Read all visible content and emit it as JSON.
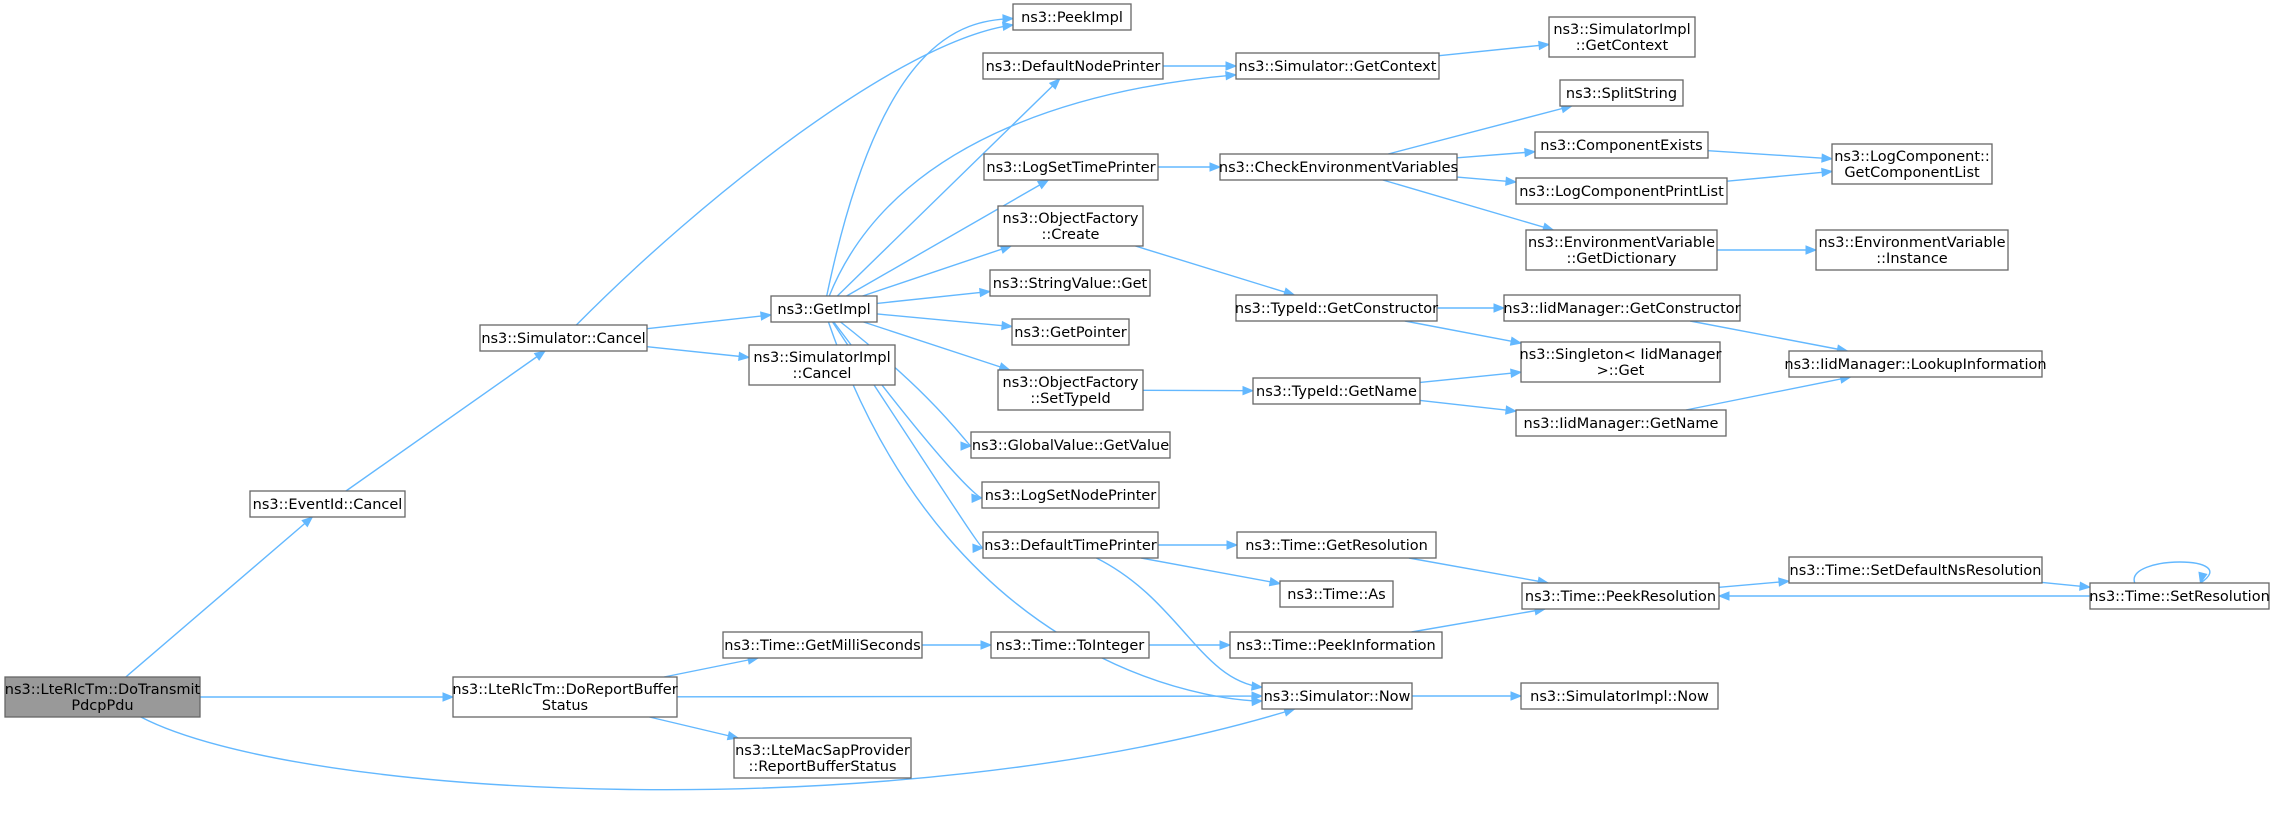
{
  "colors": {
    "edge": "#63b8ff",
    "node_border": "#666666",
    "root_fill": "#999999"
  },
  "nodes": [
    {
      "id": "root",
      "lines": [
        "ns3::LteRlcTm::DoTransmit",
        "PdcpPdu"
      ]
    },
    {
      "id": "eventid_cancel",
      "lines": [
        "ns3::EventId::Cancel"
      ]
    },
    {
      "id": "dorbs",
      "lines": [
        "ns3::LteRlcTm::DoReportBuffer",
        "Status"
      ]
    },
    {
      "id": "sim_cancel",
      "lines": [
        "ns3::Simulator::Cancel"
      ]
    },
    {
      "id": "getimpl",
      "lines": [
        "ns3::GetImpl"
      ]
    },
    {
      "id": "simimpl_cancel",
      "lines": [
        "ns3::SimulatorImpl",
        "::Cancel"
      ]
    },
    {
      "id": "peekimpl",
      "lines": [
        "ns3::PeekImpl"
      ]
    },
    {
      "id": "defnodeprinter",
      "lines": [
        "ns3::DefaultNodePrinter"
      ]
    },
    {
      "id": "logsettimeprinter",
      "lines": [
        "ns3::LogSetTimePrinter"
      ]
    },
    {
      "id": "objfac_create",
      "lines": [
        "ns3::ObjectFactory",
        "::Create"
      ]
    },
    {
      "id": "stringvalue_get",
      "lines": [
        "ns3::StringValue::Get"
      ]
    },
    {
      "id": "getpointer",
      "lines": [
        "ns3::GetPointer"
      ]
    },
    {
      "id": "objfac_settypeid",
      "lines": [
        "ns3::ObjectFactory",
        "::SetTypeId"
      ]
    },
    {
      "id": "globalvalue_getvalue",
      "lines": [
        "ns3::GlobalValue::GetValue"
      ]
    },
    {
      "id": "logsetnodeprinter",
      "lines": [
        "ns3::LogSetNodePrinter"
      ]
    },
    {
      "id": "deftimeprinter",
      "lines": [
        "ns3::DefaultTimePrinter"
      ]
    },
    {
      "id": "sim_getcontext",
      "lines": [
        "ns3::Simulator::GetContext"
      ]
    },
    {
      "id": "simimpl_getcontext",
      "lines": [
        "ns3::SimulatorImpl",
        "::GetContext"
      ]
    },
    {
      "id": "checkenv",
      "lines": [
        "ns3::CheckEnvironmentVariables"
      ]
    },
    {
      "id": "splitstring",
      "lines": [
        "ns3::SplitString"
      ]
    },
    {
      "id": "componentexists",
      "lines": [
        "ns3::ComponentExists"
      ]
    },
    {
      "id": "logcomponentprintlist",
      "lines": [
        "ns3::LogComponentPrintList"
      ]
    },
    {
      "id": "logcomponent_getlist",
      "lines": [
        "ns3::LogComponent::",
        "GetComponentList"
      ]
    },
    {
      "id": "envvar_getdict",
      "lines": [
        "ns3::EnvironmentVariable",
        "::GetDictionary"
      ]
    },
    {
      "id": "envvar_instance",
      "lines": [
        "ns3::EnvironmentVariable",
        "::Instance"
      ]
    },
    {
      "id": "typeid_getconstructor",
      "lines": [
        "ns3::TypeId::GetConstructor"
      ]
    },
    {
      "id": "iidmgr_getconstructor",
      "lines": [
        "ns3::IidManager::GetConstructor"
      ]
    },
    {
      "id": "singleton_get",
      "lines": [
        "ns3::Singleton< IidManager",
        ">::Get"
      ]
    },
    {
      "id": "iidmgr_lookup",
      "lines": [
        "ns3::IidManager::LookupInformation"
      ]
    },
    {
      "id": "typeid_getname",
      "lines": [
        "ns3::TypeId::GetName"
      ]
    },
    {
      "id": "iidmgr_getname",
      "lines": [
        "ns3::IidManager::GetName"
      ]
    },
    {
      "id": "time_getresolution",
      "lines": [
        "ns3::Time::GetResolution"
      ]
    },
    {
      "id": "time_as",
      "lines": [
        "ns3::Time::As"
      ]
    },
    {
      "id": "time_peekresolution",
      "lines": [
        "ns3::Time::PeekResolution"
      ]
    },
    {
      "id": "time_setdefaultns",
      "lines": [
        "ns3::Time::SetDefaultNsResolution"
      ]
    },
    {
      "id": "time_setresolution",
      "lines": [
        "ns3::Time::SetResolution"
      ]
    },
    {
      "id": "time_getms",
      "lines": [
        "ns3::Time::GetMilliSeconds"
      ]
    },
    {
      "id": "time_tointeger",
      "lines": [
        "ns3::Time::ToInteger"
      ]
    },
    {
      "id": "time_peekinfo",
      "lines": [
        "ns3::Time::PeekInformation"
      ]
    },
    {
      "id": "sim_now",
      "lines": [
        "ns3::Simulator::Now"
      ]
    },
    {
      "id": "simimpl_now",
      "lines": [
        "ns3::SimulatorImpl::Now"
      ]
    },
    {
      "id": "lte_rbs",
      "lines": [
        "ns3::LteMacSapProvider",
        "::ReportBufferStatus"
      ]
    }
  ],
  "edges": [
    [
      "root",
      "eventid_cancel"
    ],
    [
      "root",
      "dorbs"
    ],
    [
      "root",
      "sim_now"
    ],
    [
      "eventid_cancel",
      "sim_cancel"
    ],
    [
      "sim_cancel",
      "peekimpl"
    ],
    [
      "sim_cancel",
      "getimpl"
    ],
    [
      "sim_cancel",
      "simimpl_cancel"
    ],
    [
      "getimpl",
      "peekimpl"
    ],
    [
      "getimpl",
      "defnodeprinter"
    ],
    [
      "getimpl",
      "sim_getcontext"
    ],
    [
      "getimpl",
      "logsettimeprinter"
    ],
    [
      "getimpl",
      "objfac_create"
    ],
    [
      "getimpl",
      "stringvalue_get"
    ],
    [
      "getimpl",
      "getpointer"
    ],
    [
      "getimpl",
      "objfac_settypeid"
    ],
    [
      "getimpl",
      "globalvalue_getvalue"
    ],
    [
      "getimpl",
      "logsetnodeprinter"
    ],
    [
      "getimpl",
      "deftimeprinter"
    ],
    [
      "getimpl",
      "sim_now"
    ],
    [
      "defnodeprinter",
      "sim_getcontext"
    ],
    [
      "sim_getcontext",
      "simimpl_getcontext"
    ],
    [
      "logsettimeprinter",
      "checkenv"
    ],
    [
      "checkenv",
      "splitstring"
    ],
    [
      "checkenv",
      "componentexists"
    ],
    [
      "checkenv",
      "logcomponentprintlist"
    ],
    [
      "checkenv",
      "envvar_getdict"
    ],
    [
      "componentexists",
      "logcomponent_getlist"
    ],
    [
      "logcomponentprintlist",
      "logcomponent_getlist"
    ],
    [
      "envvar_getdict",
      "envvar_instance"
    ],
    [
      "objfac_create",
      "typeid_getconstructor"
    ],
    [
      "typeid_getconstructor",
      "iidmgr_getconstructor"
    ],
    [
      "typeid_getconstructor",
      "singleton_get"
    ],
    [
      "iidmgr_getconstructor",
      "iidmgr_lookup"
    ],
    [
      "objfac_settypeid",
      "typeid_getname"
    ],
    [
      "typeid_getname",
      "singleton_get"
    ],
    [
      "typeid_getname",
      "iidmgr_getname"
    ],
    [
      "iidmgr_getname",
      "iidmgr_lookup"
    ],
    [
      "deftimeprinter",
      "time_getresolution"
    ],
    [
      "deftimeprinter",
      "time_as"
    ],
    [
      "deftimeprinter",
      "sim_now"
    ],
    [
      "time_getresolution",
      "time_peekresolution"
    ],
    [
      "time_peekresolution",
      "time_setdefaultns"
    ],
    [
      "time_setdefaultns",
      "time_setresolution"
    ],
    [
      "time_setresolution",
      "time_peekresolution"
    ],
    [
      "time_setresolution",
      "time_setresolution"
    ],
    [
      "time_peekinfo",
      "time_peekresolution"
    ],
    [
      "dorbs",
      "time_getms"
    ],
    [
      "dorbs",
      "sim_now"
    ],
    [
      "dorbs",
      "lte_rbs"
    ],
    [
      "time_getms",
      "time_tointeger"
    ],
    [
      "time_tointeger",
      "time_peekinfo"
    ],
    [
      "sim_now",
      "simimpl_now"
    ]
  ]
}
